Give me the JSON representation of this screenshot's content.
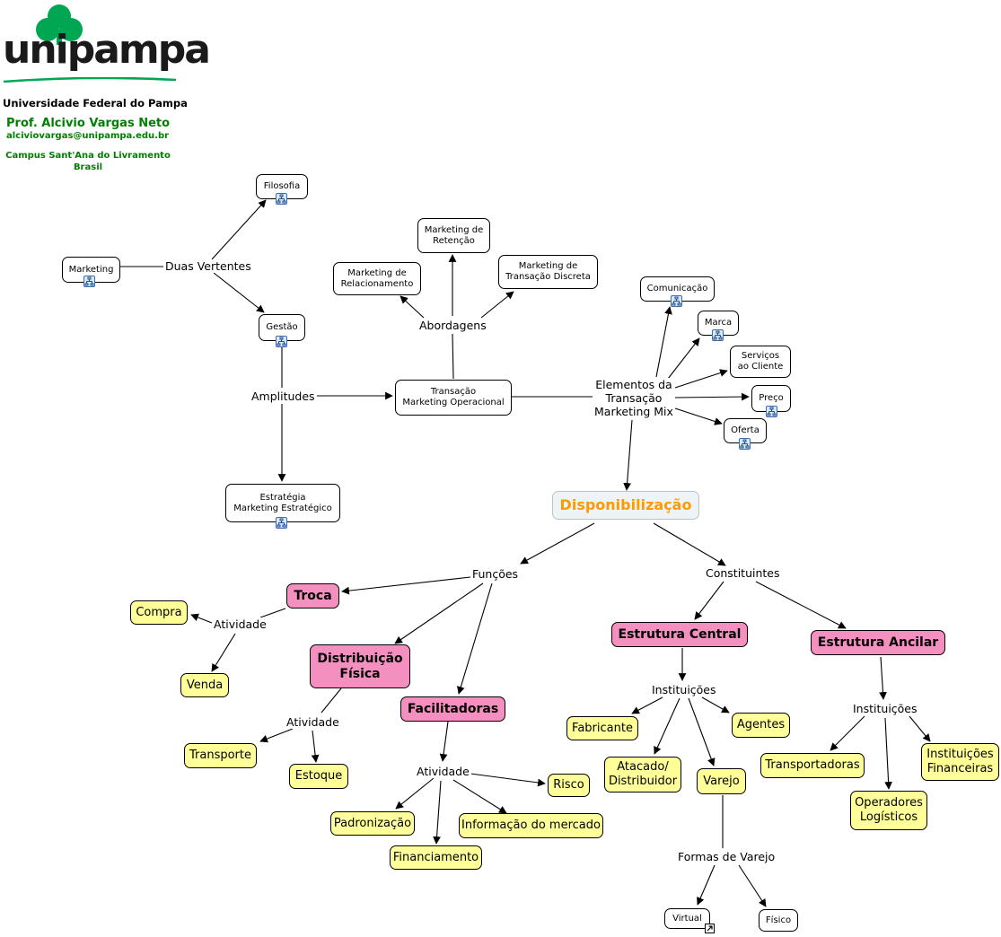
{
  "header": {
    "logo_text": "unipampa",
    "university": "Universidade Federal do Pampa",
    "professor": "Prof. Alcivio Vargas Neto",
    "email": "alciviovargas@unipampa.edu.br",
    "campus_line1": "Campus Sant'Ana do Livramento",
    "campus_line2": "Brasil",
    "brand_color": "#00a651"
  },
  "nodes": {
    "marketing": "Marketing",
    "filosofia": "Filosofia",
    "gestao": "Gestão",
    "estrategia": "Estratégia\nMarketing Estratégico",
    "transacao": "Transação\nMarketing Operacional",
    "relacionamento": "Marketing de\nRelacionamento",
    "retencao": "Marketing de\nRetenção",
    "discreta": "Marketing de\nTransação Discreta",
    "comunicacao": "Comunicação",
    "marca": "Marca",
    "servicos": "Serviços\nao Cliente",
    "preco": "Preço",
    "oferta": "Oferta",
    "disponibilizacao": "Disponibilização",
    "troca": "Troca",
    "compra": "Compra",
    "venda": "Venda",
    "distribuicao": "Distribuição\nFísica",
    "transporte": "Transporte",
    "estoque": "Estoque",
    "facilitadoras": "Facilitadoras",
    "padronizacao": "Padronização",
    "financiamento": "Financiamento",
    "informacao": "Informação do mercado",
    "risco": "Risco",
    "estrutura_central": "Estrutura Central",
    "fabricante": "Fabricante",
    "atacado": "Atacado/\nDistribuidor",
    "varejo": "Varejo",
    "agentes": "Agentes",
    "virtual": "Virtual",
    "fisico": "Físico",
    "estrutura_ancilar": "Estrutura Ancilar",
    "transportadoras": "Transportadoras",
    "operadores": "Operadores\nLogísticos",
    "inst_financeiras": "Instituições\nFinanceiras"
  },
  "labels": {
    "duas_vertentes": "Duas Vertentes",
    "amplitudes": "Amplitudes",
    "abordagens": "Abordagens",
    "elementos": "Elementos da\nTransação\nMarketing Mix",
    "funcoes": "Funções",
    "constituintes": "Constituintes",
    "atividade_troca": "Atividade",
    "atividade_dist": "Atividade",
    "atividade_fac": "Atividade",
    "instituicoes_central": "Instituições",
    "instituicoes_ancilar": "Instituições",
    "formas_varejo": "Formas de Varejo"
  },
  "icons": {
    "concept_map_icon": "cmap-submap-icon",
    "external_link_icon": "external-link-icon"
  }
}
